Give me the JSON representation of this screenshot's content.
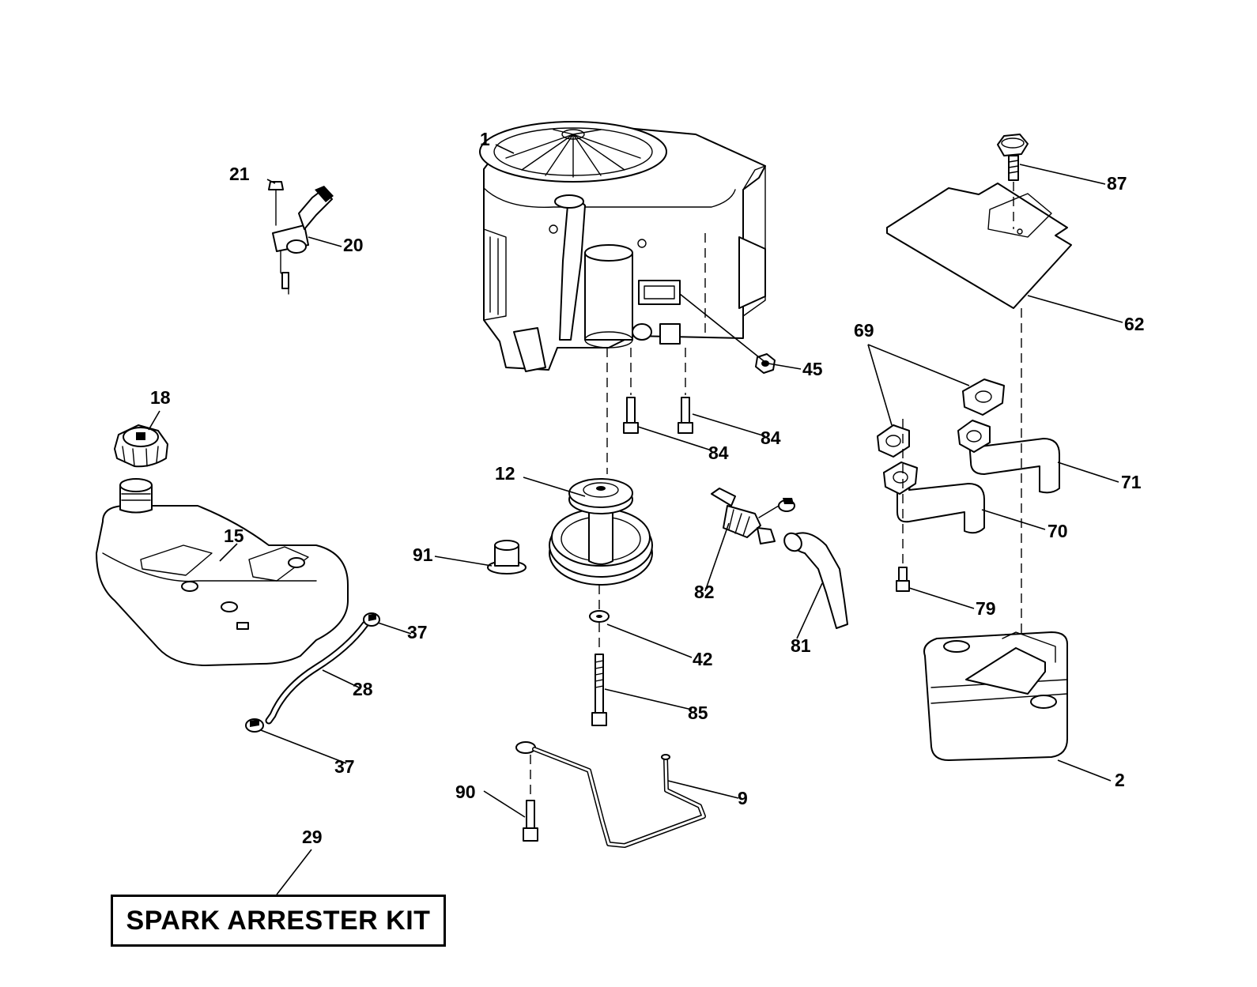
{
  "callouts": {
    "c1": "1",
    "c2": "2",
    "c9": "9",
    "c12": "12",
    "c15": "15",
    "c18": "18",
    "c20": "20",
    "c21": "21",
    "c28": "28",
    "c29": "29",
    "c37a": "37",
    "c37b": "37",
    "c42": "42",
    "c45": "45",
    "c62": "62",
    "c69": "69",
    "c70": "70",
    "c71": "71",
    "c79": "79",
    "c81": "81",
    "c82": "82",
    "c84a": "84",
    "c84b": "84",
    "c85": "85",
    "c87": "87",
    "c90": "90",
    "c91": "91"
  },
  "kit_label": "SPARK ARRESTER KIT"
}
